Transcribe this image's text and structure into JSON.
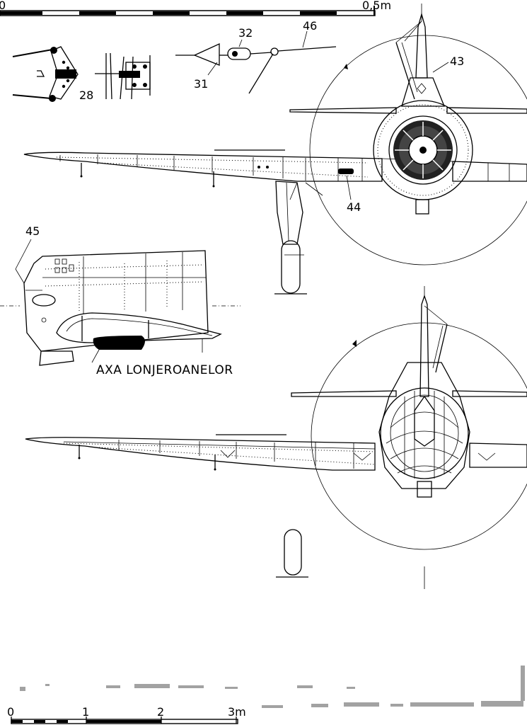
{
  "scale_top": {
    "zero": "0",
    "max": "0,5m"
  },
  "scale_bottom": {
    "ticks": [
      "0",
      "1",
      "2",
      "3m"
    ]
  },
  "callouts": {
    "n28": "28",
    "n31": "31",
    "n32": "32",
    "n43": "43",
    "n44": "44",
    "n45": "45",
    "n46": "46"
  },
  "annotation": {
    "spar_axis": "AXA LONJEROANELOR"
  }
}
